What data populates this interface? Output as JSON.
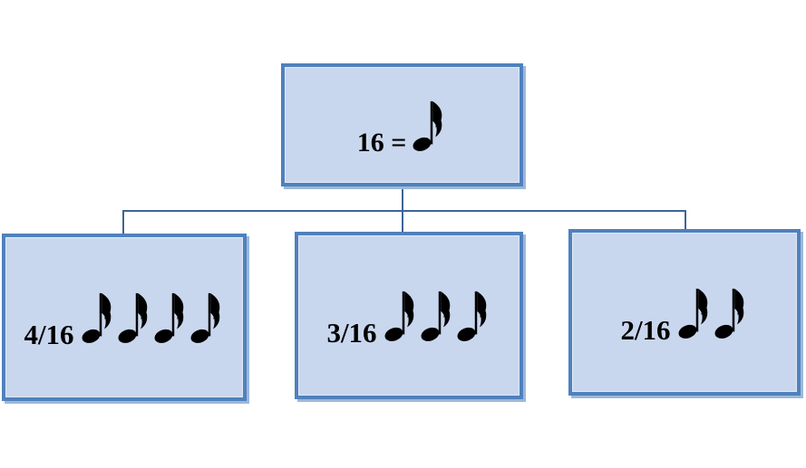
{
  "diagram": {
    "type": "tree",
    "description": "Sixteenth-note time signature hierarchy",
    "root_node": {
      "label": "16 =",
      "note_icon": "sixteenth-note",
      "note_count": 1
    },
    "child_nodes": [
      {
        "label": "4/16",
        "note_icon": "sixteenth-note",
        "note_count": 4
      },
      {
        "label": "3/16",
        "note_icon": "sixteenth-note",
        "note_count": 3
      },
      {
        "label": "2/16",
        "note_icon": "sixteenth-note",
        "note_count": 2
      }
    ]
  },
  "palette": {
    "box_fill": "#c9d7ee",
    "box_border": "#4f81bd",
    "box_shadow": "#9db8da",
    "connector": "#3f6496",
    "text": "#000000",
    "canvas_bg": "#ffffff"
  }
}
